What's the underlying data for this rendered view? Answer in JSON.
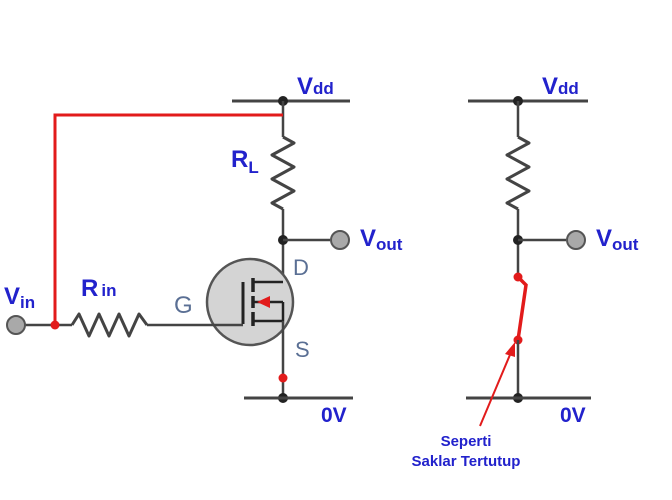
{
  "left": {
    "vdd": {
      "main": "V",
      "sub": "dd"
    },
    "rl": {
      "main": "R",
      "sub": "L"
    },
    "vout": {
      "main": "V",
      "sub": "out"
    },
    "vin": {
      "main": "V",
      "sub": "in"
    },
    "rin": {
      "main": "R",
      "sub": "in"
    },
    "gate": "G",
    "drain": "D",
    "source": "S",
    "ground": "0V"
  },
  "right": {
    "vdd": {
      "main": "V",
      "sub": "dd"
    },
    "vout": {
      "main": "V",
      "sub": "out"
    },
    "ground": "0V",
    "note_line1": "Seperti",
    "note_line2": "Saklar Tertutup"
  },
  "colors": {
    "label_blue": "#2222cc",
    "pin_label": "#5a6f94",
    "wire": "#444444",
    "red_wire": "#e21b1b",
    "terminal": "#a9a9a9",
    "transistor_body": "#d4d4d4"
  }
}
